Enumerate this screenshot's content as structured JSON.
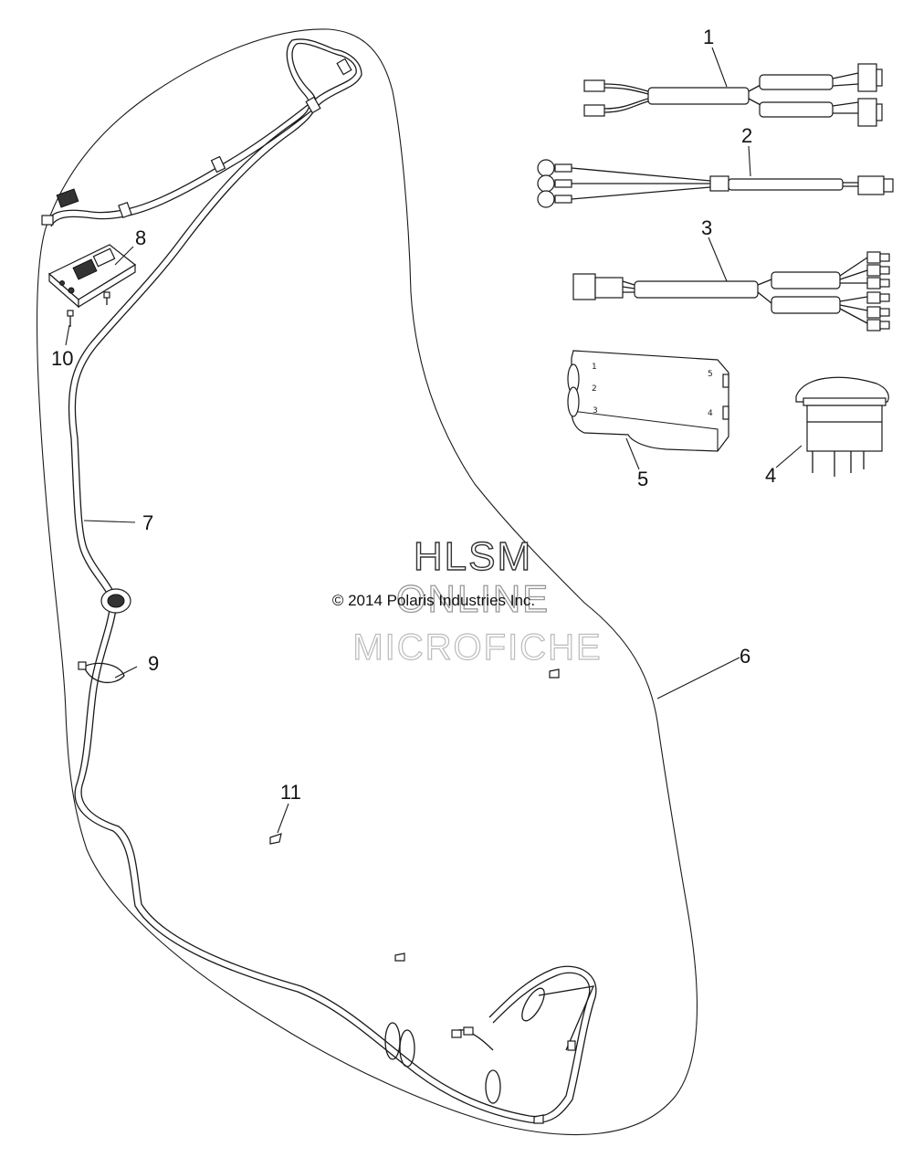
{
  "callouts": {
    "c1": "1",
    "c2": "2",
    "c3": "3",
    "c4": "4",
    "c5": "5",
    "c6": "6",
    "c7": "7",
    "c8": "8",
    "c9": "9",
    "c10": "10",
    "c11": "11"
  },
  "switch_block_labels": {
    "t1": "1",
    "t2": "2",
    "t3": "3",
    "t4": "4",
    "t5": "5"
  },
  "watermark": {
    "line1": "HLSM",
    "line2": "ONLINE",
    "line3": "MICROFICHE"
  },
  "copyright": "© 2014 Polaris Industries Inc.",
  "colors": {
    "line": "#1a1a1a",
    "background": "#ffffff"
  }
}
